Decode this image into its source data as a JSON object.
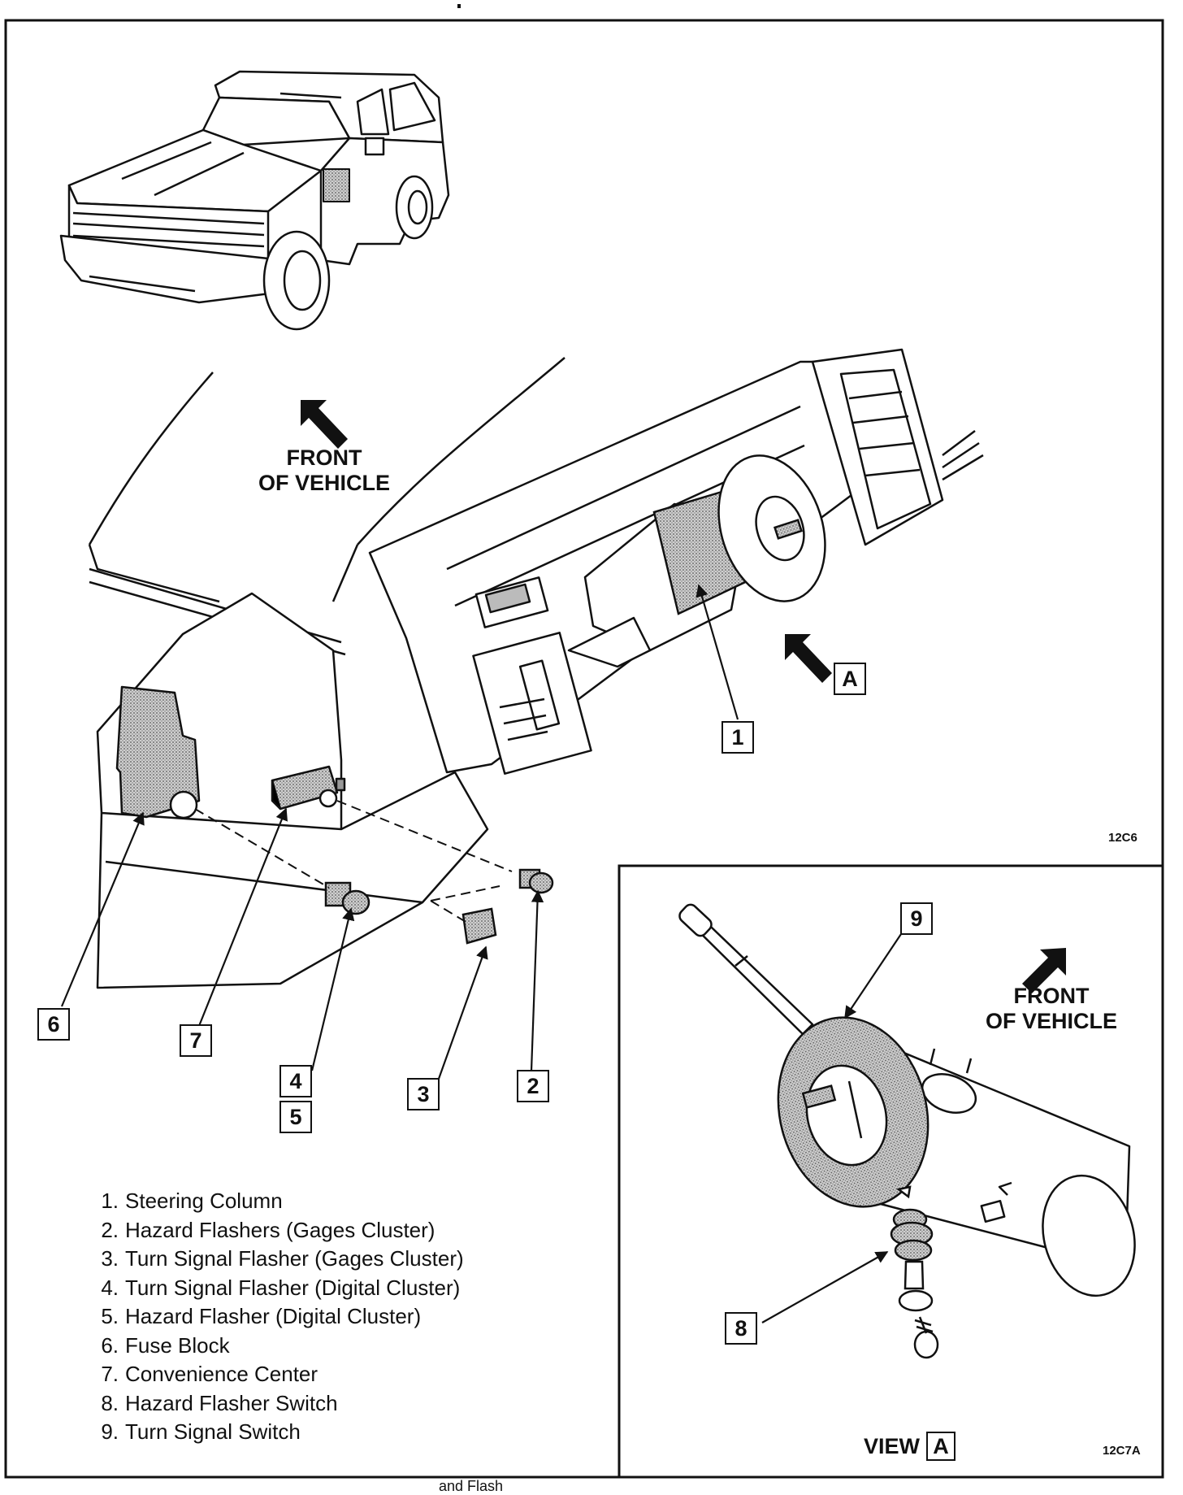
{
  "front_label_main": [
    "FRONT",
    "OF VEHICLE"
  ],
  "front_label_inset": [
    "FRONT",
    "OF VEHICLE"
  ],
  "view_marker": "A",
  "view_label": "VIEW",
  "callouts": {
    "c1": "1",
    "c2": "2",
    "c3": "3",
    "c4": "4",
    "c5": "5",
    "c6": "6",
    "c7": "7",
    "c8": "8",
    "c9": "9"
  },
  "codes": {
    "main": "12C6",
    "inset": "12C7A"
  },
  "legend": [
    {
      "num": "1.",
      "text": "Steering Column"
    },
    {
      "num": "2.",
      "text": "Hazard Flashers (Gages Cluster)"
    },
    {
      "num": "3.",
      "text": "Turn Signal Flasher (Gages Cluster)"
    },
    {
      "num": "4.",
      "text": "Turn Signal Flasher (Digital Cluster)"
    },
    {
      "num": "5.",
      "text": "Hazard Flasher (Digital Cluster)"
    },
    {
      "num": "6.",
      "text": "Fuse Block"
    },
    {
      "num": "7.",
      "text": "Convenience Center"
    },
    {
      "num": "8.",
      "text": "Hazard Flasher Switch"
    },
    {
      "num": "9.",
      "text": "Turn Signal Switch"
    }
  ],
  "caption": "and Flash",
  "colors": {
    "line": "#111111",
    "shade": "#a9a9a9",
    "paper": "#ffffff"
  }
}
